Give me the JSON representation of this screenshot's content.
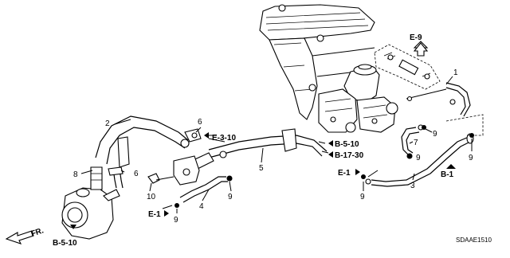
{
  "callouts": {
    "c1": "1",
    "c2": "2",
    "c3": "3",
    "c4": "4",
    "c5": "5",
    "c6a": "6",
    "c6b": "6",
    "c7": "7",
    "c8": "8",
    "c9a": "9",
    "c9b": "9",
    "c9c": "9",
    "c9d": "9",
    "c9e": "9",
    "c9f": "9",
    "c10": "10"
  },
  "references": {
    "e9": "E-9",
    "e3_10": "E-3-10",
    "b5_10_top": "B-5-10",
    "b17_30": "B-17-30",
    "e1_right": "E-1",
    "b1": "B-1",
    "e1_left": "E-1",
    "b5_10_bottom": "B-5-10",
    "fr": "FR."
  },
  "diagram_code": "SDAAE1510"
}
